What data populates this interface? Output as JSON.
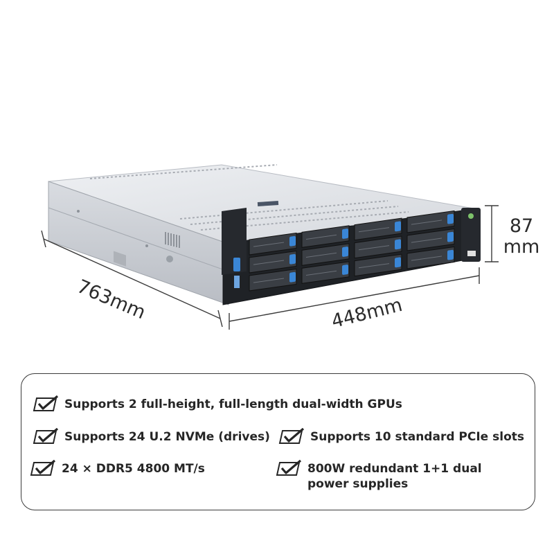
{
  "dimensions": {
    "depth": "763mm",
    "width": "448mm",
    "height_line1": "87",
    "height_line2": "mm"
  },
  "features": [
    {
      "text": "Supports 2 full-height, full-length dual-width GPUs",
      "icon": "checkbox-check-icon"
    },
    {
      "text": "Supports 24 U.2 NVMe (drives)",
      "icon": "checkbox-check-icon"
    },
    {
      "text": "Supports 10 standard PCIe slots",
      "icon": "checkbox-check-icon"
    },
    {
      "text": "24 × DDR5 4800 MT/s",
      "icon": "checkbox-check-icon"
    },
    {
      "text": "800W redundant 1+1 dual power supplies",
      "icon": "checkbox-check-icon"
    }
  ],
  "colors": {
    "chassis_top": "#e4e6ea",
    "front_panel": "#1f2226",
    "drive_release": "#3a86d6",
    "text": "#262626"
  }
}
